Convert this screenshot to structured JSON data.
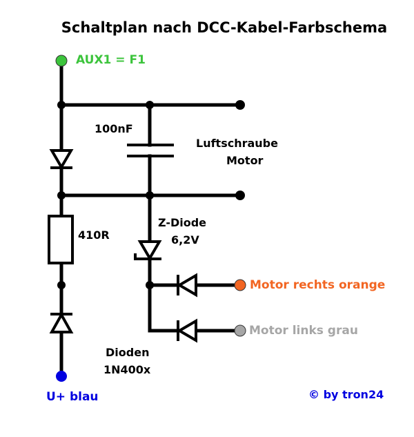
{
  "title": "Schaltplan nach DCC-Kabel-Farbschema",
  "labels": {
    "aux": "AUX1 = F1",
    "capacitor": "100nF",
    "motor_line1": "Luftschraube",
    "motor_line2": "Motor",
    "resistor": "410R",
    "zener_line1": "Z-Diode",
    "zener_line2": "6,2V",
    "motor_right": "Motor rechts orange",
    "motor_left": "Motor links grau",
    "diodes_line1": "Dioden",
    "diodes_line2": "1N400x",
    "uplus": "U+ blau",
    "copyright": "© by tron24"
  },
  "colors": {
    "aux": "#3cc43c",
    "orange": "#f26522",
    "grey": "#a6a6a6",
    "blue": "#0000e0"
  }
}
